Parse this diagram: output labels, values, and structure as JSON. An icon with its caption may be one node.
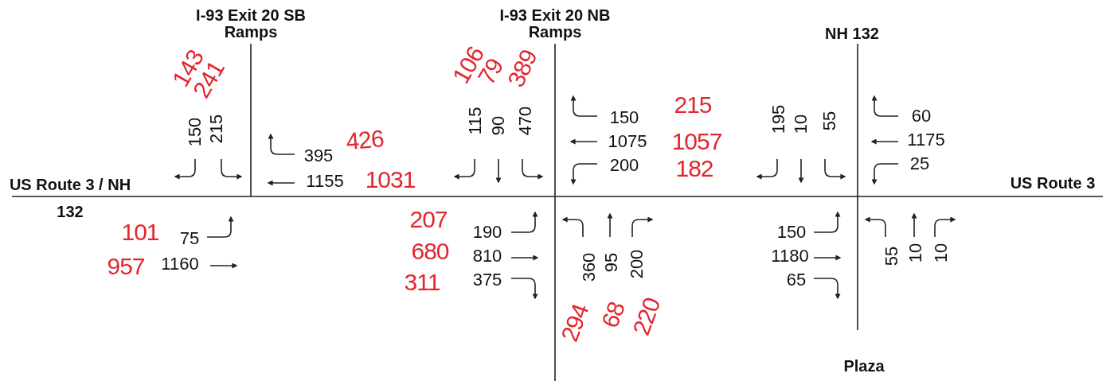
{
  "diagram": {
    "labels": [
      "I-93 Exit 20 SB Ramps",
      "I-93 Exit 20 NB Ramps",
      "NH 132",
      "143",
      "241",
      "106",
      "79",
      "389",
      "150",
      "215",
      "395",
      "426",
      "1155",
      "1031",
      "115",
      "90",
      "470",
      "150",
      "215",
      "1075",
      "1057",
      "200",
      "182",
      "195",
      "10",
      "55",
      "60",
      "1175",
      "25",
      "US Route 3 / NH 132",
      "US Route 3",
      "101",
      "75",
      "957",
      "1160",
      "207",
      "190",
      "680",
      "810",
      "311",
      "375",
      "360",
      "95",
      "200",
      "150",
      "1180",
      "65",
      "55",
      "10",
      "10",
      "294",
      "68",
      "220",
      "Plaza"
    ]
  }
}
